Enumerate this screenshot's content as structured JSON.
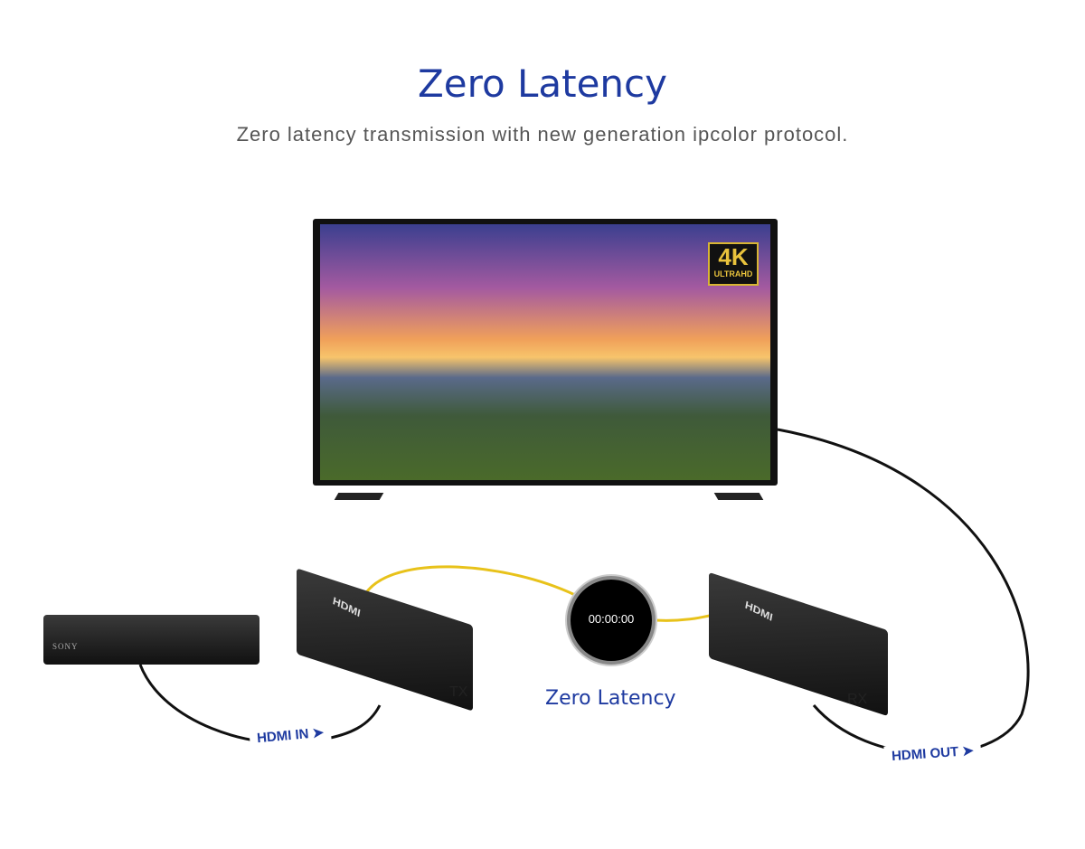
{
  "header": {
    "title": "Zero Latency",
    "subtitle": "Zero latency transmission with new generation ipcolor protocol."
  },
  "tv": {
    "badge_main": "4K",
    "badge_sub": "ULTRAHD"
  },
  "player": {
    "brand": "SONY"
  },
  "transmitter": {
    "label": "TX",
    "logo": "HDMI"
  },
  "receiver": {
    "label": "RX",
    "logo": "HDMI"
  },
  "clock": {
    "time": "00:00:00",
    "caption": "Zero Latency"
  },
  "cables": {
    "input_label": "HDMI IN",
    "output_label": "HDMI OUT"
  },
  "colors": {
    "accent": "#1e3aa0",
    "cat_cable": "#e8c21a",
    "hdmi_cable": "#111111"
  }
}
